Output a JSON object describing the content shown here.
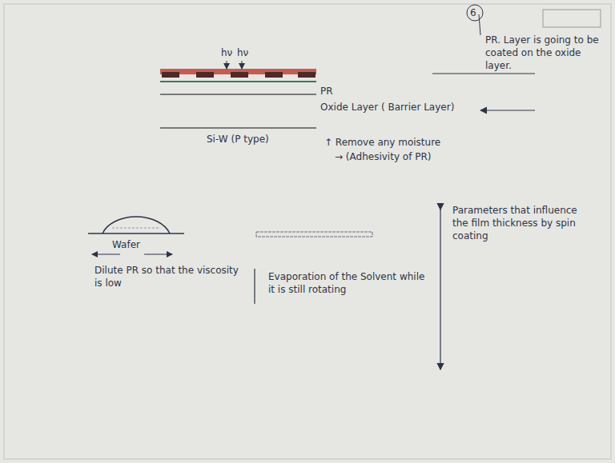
{
  "diagram": {
    "labels": [
      "hν",
      "hν",
      "PR",
      "Oxide Layer ( Barrier Layer)",
      "Si-W (P type)",
      "↑ Remove any moisture",
      "→ (Adhesivity of PR)",
      "PR. Layer is going to be coated on the oxide layer.",
      "Wafer",
      "Dilute PR so that the viscosity is low",
      "Evaporation of the Solvent while it is still rotating",
      "Parameters that influence the film thickness by spin coating",
      "6"
    ]
  }
}
